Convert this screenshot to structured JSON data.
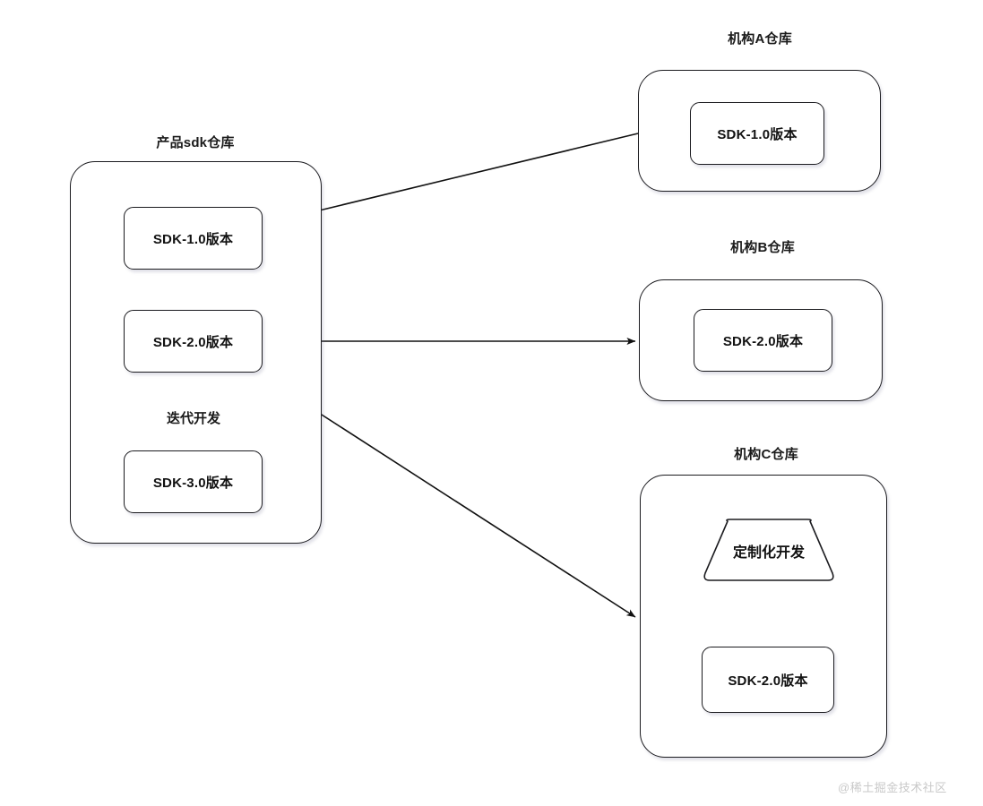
{
  "diagram": {
    "title_product_repo": "产品sdk仓库",
    "title_org_a": "机构A仓库",
    "title_org_b": "机构B仓库",
    "title_org_c": "机构C仓库",
    "label_iterative_dev": "迭代开发",
    "label_custom_dev": "定制化开发",
    "nodes": {
      "product_sdk1": "SDK-1.0版本",
      "product_sdk2": "SDK-2.0版本",
      "product_sdk3": "SDK-3.0版本",
      "org_a_sdk1": "SDK-1.0版本",
      "org_b_sdk2": "SDK-2.0版本",
      "org_c_sdk2": "SDK-2.0版本"
    },
    "colors": {
      "stroke": "#1b1b1f",
      "fill": "#ffffff",
      "text": "#111111",
      "background": "#ffffff",
      "watermark": "#c9c9c9"
    },
    "edges": [
      {
        "from": "product_sdk1",
        "to": "org_a_container",
        "arrowhead": false
      },
      {
        "from": "product_sdk2",
        "to": "org_b_container",
        "arrowhead": true
      },
      {
        "from": "product_sdk2",
        "to": "org_c_container",
        "arrowhead": true
      },
      {
        "from": "org_c_sdk2",
        "to": "custom_dev_trapezoid",
        "arrowhead": true
      }
    ]
  },
  "watermark": {
    "text": "@稀土掘金技术社区"
  }
}
